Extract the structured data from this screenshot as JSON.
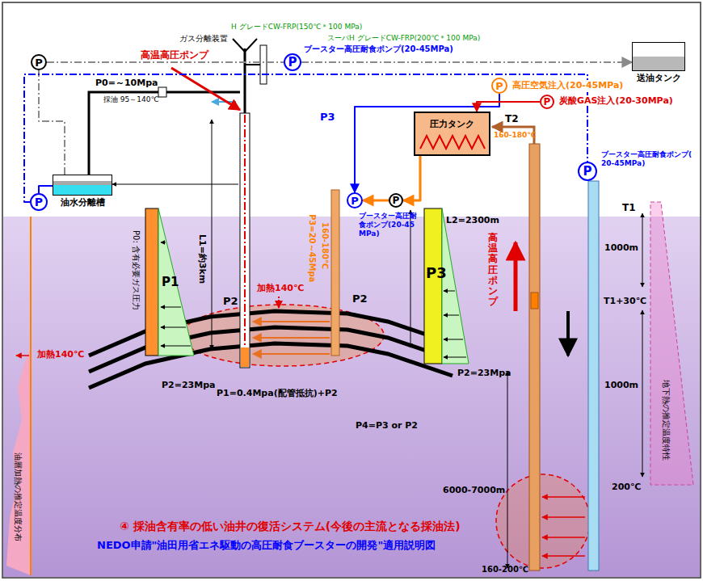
{
  "diagram": {
    "nodes": [
      {
        "text": [
          "P"
        ]
      },
      {
        "text": [
          "P"
        ]
      },
      {
        "text": [
          "送油タンク"
        ]
      },
      {
        "text": [
          "P"
        ]
      },
      {
        "text": [
          "P"
        ]
      },
      {
        "text": [
          "圧力タンク"
        ]
      },
      {
        "text": [
          "P"
        ]
      },
      {
        "text": [
          "油水分離槽"
        ]
      },
      {
        "text": [
          "P"
        ]
      },
      {
        "text": [
          "P"
        ]
      },
      {
        "text": [
          "P"
        ]
      }
    ],
    "edges": [
      {
        "from": 7,
        "to": 0,
        "arrow": "none"
      },
      {
        "from": 0,
        "to": 1,
        "arrow": "none"
      },
      {
        "from": 1,
        "to": 2,
        "arrow": "to"
      },
      {
        "from": 6,
        "to": 10,
        "arrow": "none"
      },
      {
        "from": 6,
        "to": 7,
        "arrow": "none"
      },
      {
        "from": 5,
        "to": 9,
        "arrow": "to"
      },
      {
        "from": 9,
        "to": 8,
        "arrow": "to"
      },
      {
        "from": 3,
        "to": 8,
        "arrow": "to"
      },
      {
        "from": 4,
        "to": 5,
        "arrow": "to"
      }
    ],
    "labels": [
      "ブースター高圧耐食ポンプ(20-45MPa)",
      "ガス分離装置",
      "高温高圧ポンプ",
      "H グレードCW-FRP(150℃＊100 MPa)",
      "スーパH グレードCW-FRP(200℃＊100 MPa)",
      "高圧空気注入(20-45MPa)",
      "炭酸GAS注入(20-30MPa)",
      "P0=～10Mpa",
      "P3",
      "T2",
      "160-180℃",
      "ブースター高圧耐食ポンプ(20-45MPa)",
      "採油 95～140℃",
      "ブースター高圧耐食ポンプ(20-45MPa)",
      "P3=20～45Mpa",
      "160-180℃",
      "L1=約3km",
      "L2=2300m",
      "P3",
      "P0: 含有必要ガス圧力",
      "P1",
      "加熱140℃",
      "高温高圧ポンプ",
      "T1",
      "1000m",
      "T1+30℃",
      "1000m",
      "P2",
      "P2",
      "P2=23Mpa",
      "P2=23Mpa",
      "P1=0.4Mpa(配管抵抗)+P2",
      "P4=P3 or P2",
      "加熱140℃",
      "地下熱の推定温度特性",
      "6000-7000m",
      "200℃",
      "油層加熱の推定温度分布",
      "④ 採油含有率の低い油井の復活システム(今後の主流となる採油法)",
      "NEDO申請\"油田用省エネ駆動の高圧耐食ブースターの開発\"適用説明図",
      "160-200℃"
    ]
  }
}
